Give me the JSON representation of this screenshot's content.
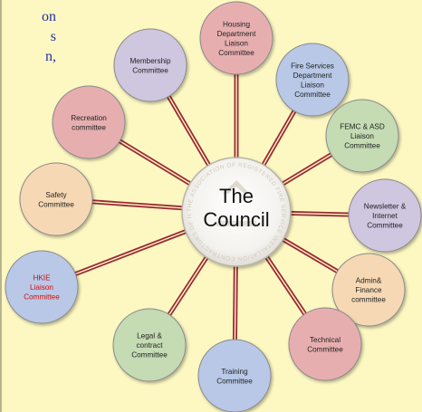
{
  "side_text": [
    "on",
    "s",
    "n,"
  ],
  "center": {
    "lines": [
      "The",
      "Council"
    ],
    "logo_text": "THE ASSOCIATION OF REGISTERED FIRE SERVICE INSTALLATION CONTRACTORS OF HONG KONG LIMITED"
  },
  "nodes": [
    {
      "id": "housing",
      "lines": [
        "Housing",
        "Department",
        "Liaison",
        "Committee"
      ],
      "color": "#e7aeb0"
    },
    {
      "id": "fire",
      "lines": [
        "Fire Services",
        "Department",
        "Liaison",
        "Committee"
      ],
      "color": "#b8c8e6"
    },
    {
      "id": "femc",
      "lines": [
        "FEMC & ASD",
        "Liaison",
        "Committee"
      ],
      "color": "#c4dbb4"
    },
    {
      "id": "newsletter",
      "lines": [
        "Newsletter &",
        "Internet",
        "Committee"
      ],
      "color": "#cfc6e0"
    },
    {
      "id": "admin",
      "lines": [
        "Admin&",
        "Finance",
        "committee"
      ],
      "color": "#f6d8b4"
    },
    {
      "id": "technical",
      "lines": [
        "Technical",
        "Committee"
      ],
      "color": "#e7aeb0"
    },
    {
      "id": "training",
      "lines": [
        "Training",
        "Committee"
      ],
      "color": "#b8c8e6"
    },
    {
      "id": "legal",
      "lines": [
        "Legal &",
        "contract",
        "Committee"
      ],
      "color": "#c4dbb4"
    },
    {
      "id": "hkie",
      "lines": [
        "HKIE",
        "Liaison",
        "Committee"
      ],
      "color": "#b8c8e6",
      "text_color": "#d01010"
    },
    {
      "id": "safety",
      "lines": [
        "Safety",
        "Committee"
      ],
      "color": "#f6d8b4"
    },
    {
      "id": "recreation",
      "lines": [
        "Recreation",
        "committee"
      ],
      "color": "#e7aeb0"
    },
    {
      "id": "membership",
      "lines": [
        "Membership",
        "Committee"
      ],
      "color": "#cfc6e0"
    }
  ],
  "colors": {
    "connector": "#9b2a35",
    "background": "#fdf8c2",
    "side_text": "#2230a8"
  }
}
